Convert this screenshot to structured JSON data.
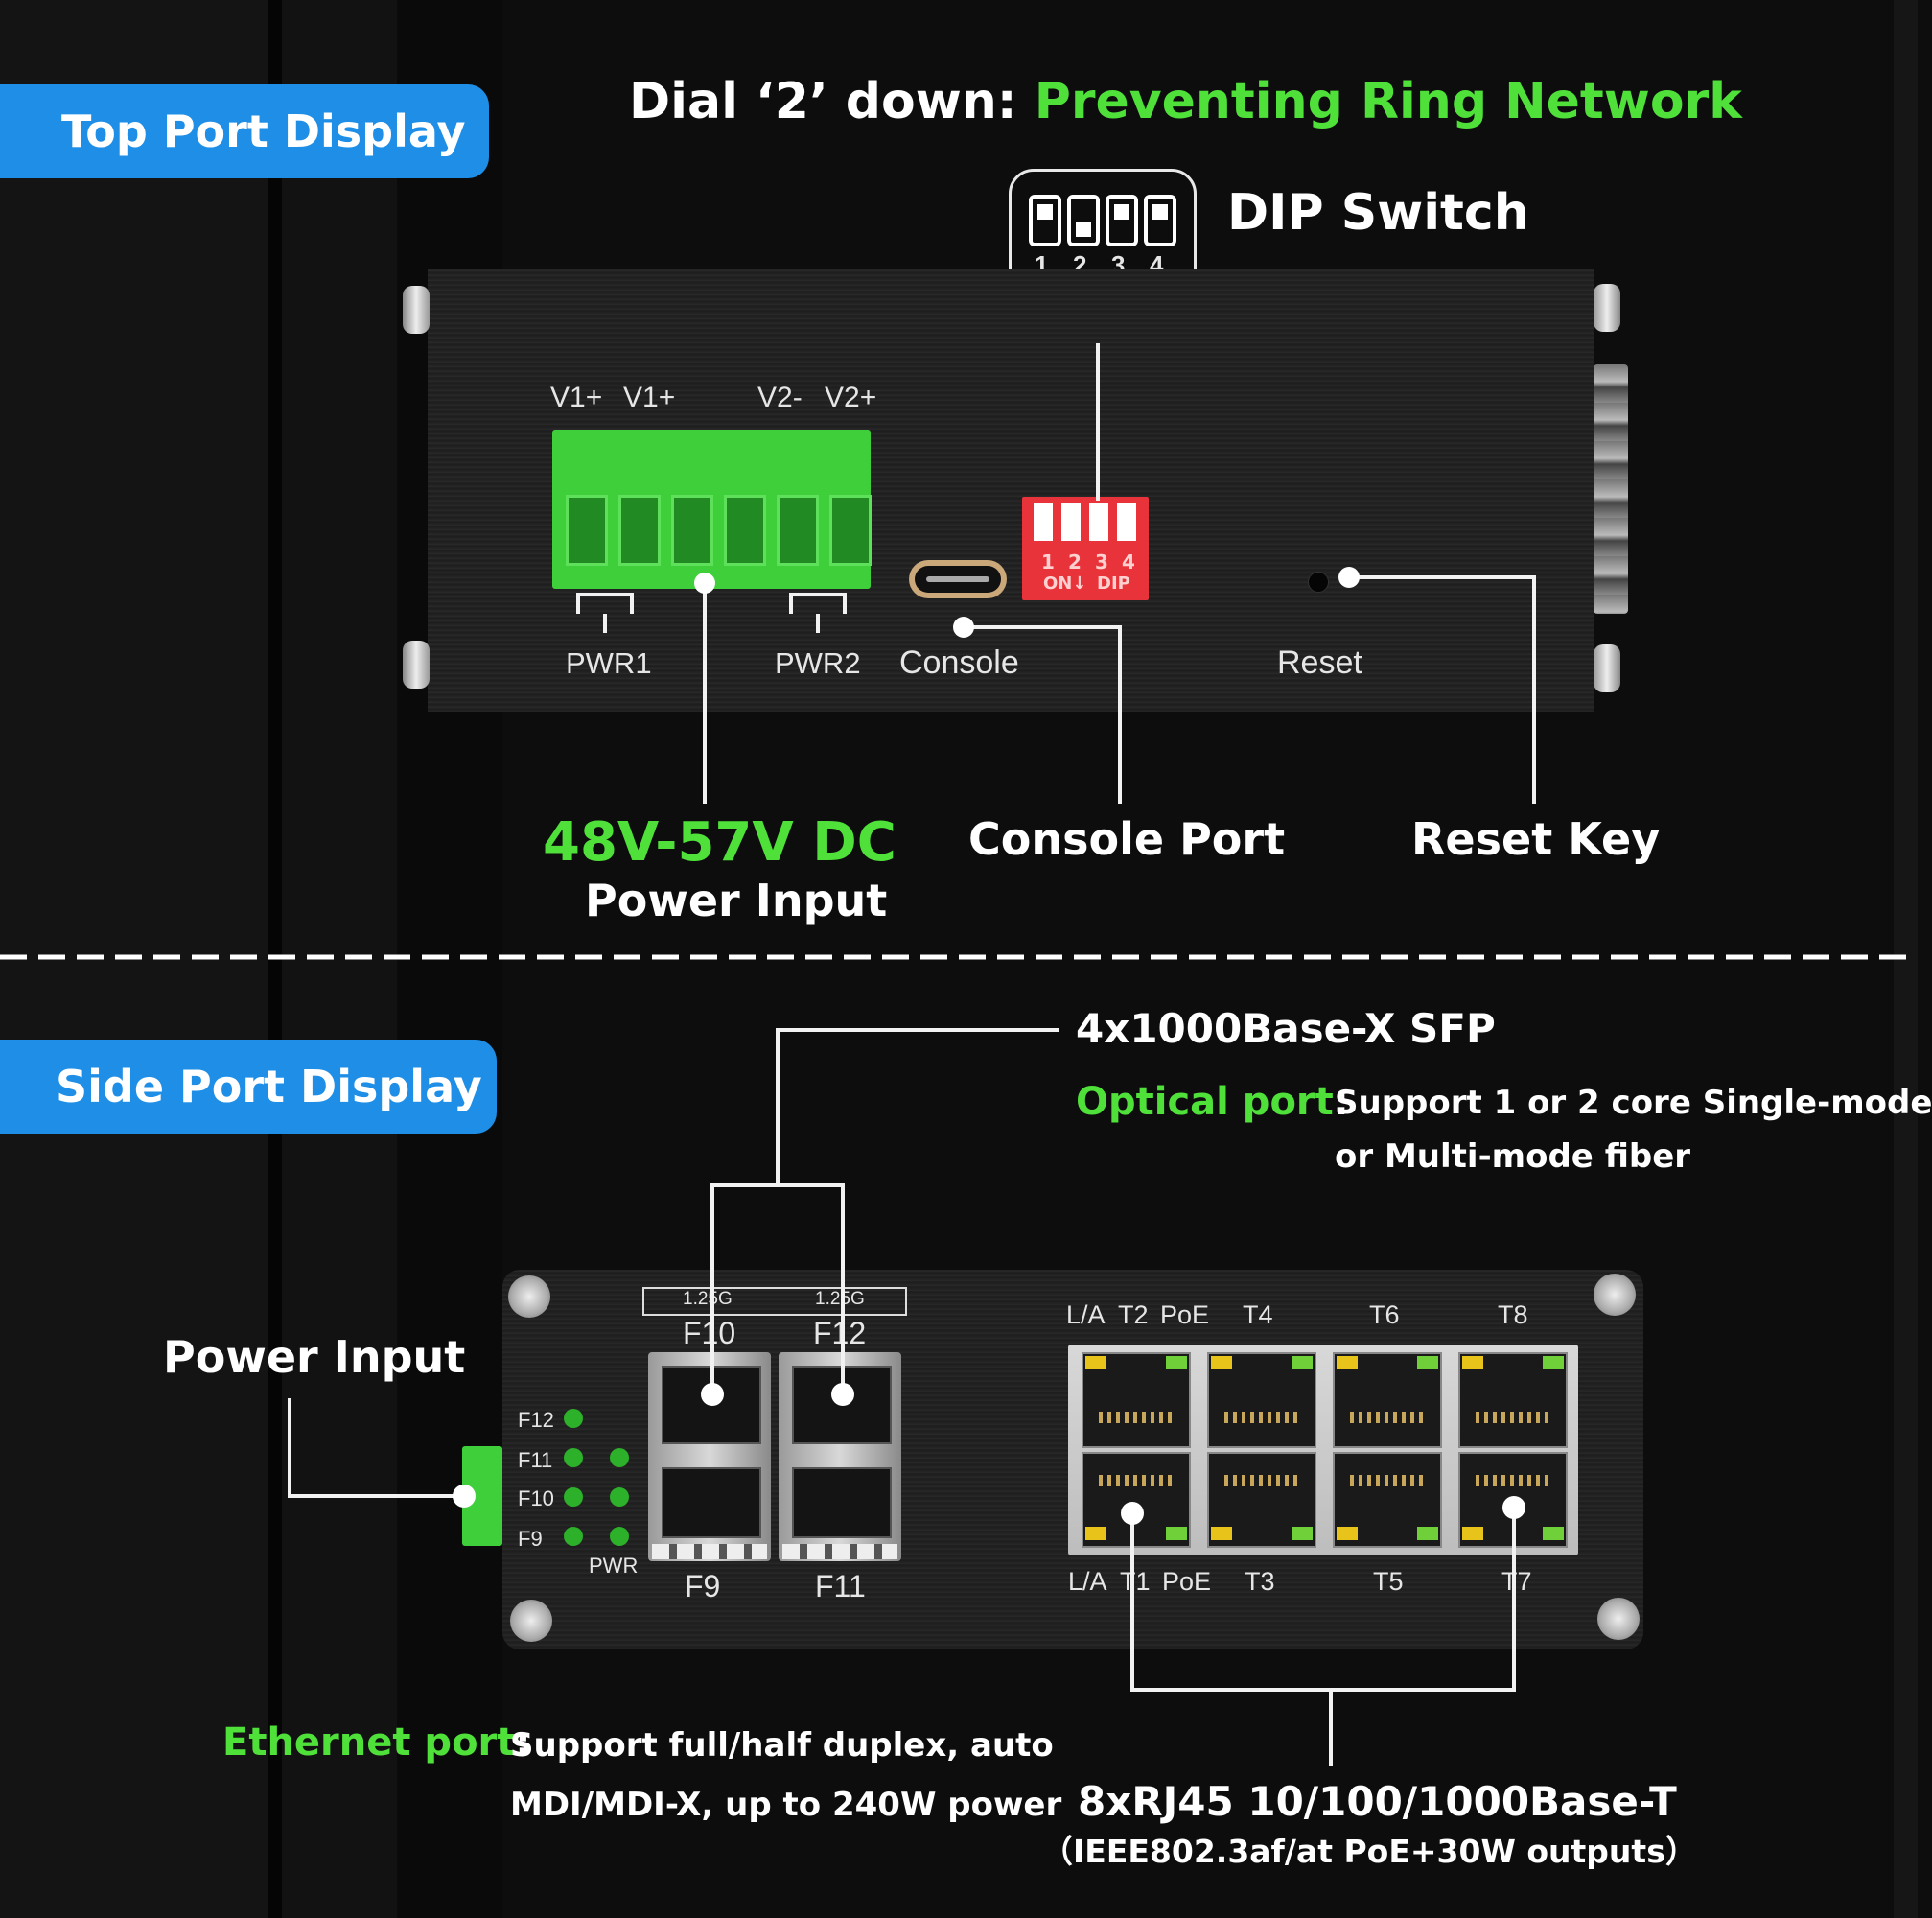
{
  "sections": {
    "top_label": "Top Port Display",
    "side_label": "Side Port Display"
  },
  "dial_note": {
    "prefix": "Dial ‘2’ down: ",
    "highlight": "Preventing Ring Network"
  },
  "dip_switch": {
    "title": "DIP Switch",
    "numbers": [
      "1",
      "2",
      "3",
      "4"
    ],
    "on_label": "ON↓",
    "dip_label": "DIP"
  },
  "top_panel": {
    "terminal_labels": [
      "V1+",
      "V1+",
      "V2-",
      "V2+"
    ],
    "pwr1": "PWR1",
    "pwr2": "PWR2",
    "console": "Console",
    "reset": "Reset"
  },
  "top_callouts": {
    "power_voltage": "48V-57V DC",
    "power_text": "Power Input",
    "console_port": "Console Port",
    "reset_key": "Reset Key"
  },
  "sfp": {
    "title": "4x1000Base-X SFP",
    "optical_label": "Optical port",
    "colon": ":",
    "optical_line1": "Support 1 or 2 core Single-mode",
    "optical_line2": "or Multi-mode fiber"
  },
  "side_panel": {
    "speed_labels": [
      "1.25G",
      "1.25G"
    ],
    "top_ports": [
      "F10",
      "F12"
    ],
    "bottom_ports": [
      "F9",
      "F11"
    ],
    "leds": [
      "F12",
      "F11",
      "F10",
      "F9"
    ],
    "pwr": "PWR",
    "rj_top": [
      "L/A",
      "T2",
      "PoE",
      "T4",
      "T6",
      "T8"
    ],
    "rj_bottom": [
      "L/A",
      "T1",
      "PoE",
      "T3",
      "T5",
      "T7"
    ]
  },
  "side_callouts": {
    "power_input": "Power Input",
    "ethernet_label": "Ethernet port",
    "colon": ":",
    "ethernet_line1": "Support full/half duplex, auto",
    "ethernet_line2": "MDI/MDI-X, up to 240W power",
    "rj45_title": "8xRJ45 10/100/1000Base-T",
    "rj45_sub": "（IEEE802.3af/at PoE+30W outputs）"
  },
  "colors": {
    "accent_blue": "#1e8ee6",
    "green": "#4fe03a",
    "dip_red": "#e8333a"
  }
}
